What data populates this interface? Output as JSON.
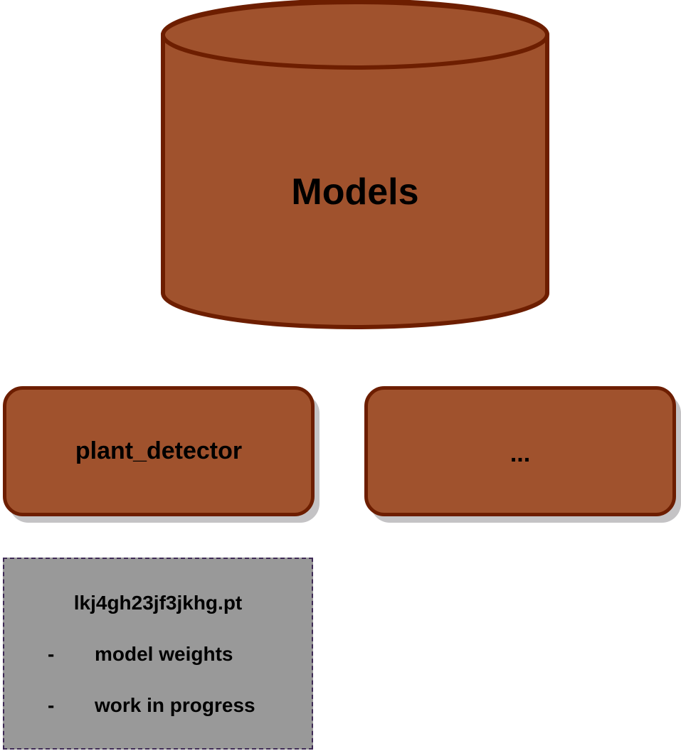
{
  "cylinder": {
    "label": "Models",
    "fill": "#a0522d",
    "stroke": "#6d1e00"
  },
  "nodes": [
    {
      "label": "plant_detector",
      "fill": "#a0522d",
      "stroke": "#6d1e00"
    },
    {
      "label": "...",
      "fill": "#a0522d",
      "stroke": "#6d1e00"
    }
  ],
  "note": {
    "title": "lkj4gh23jf3jkhg.pt",
    "items": [
      {
        "bullet": "-",
        "text": "model weights"
      },
      {
        "bullet": "-",
        "text": "work in progress"
      }
    ],
    "fill": "#999999",
    "border": "#3e2a55"
  },
  "shadow_color": "#c4c3c5"
}
